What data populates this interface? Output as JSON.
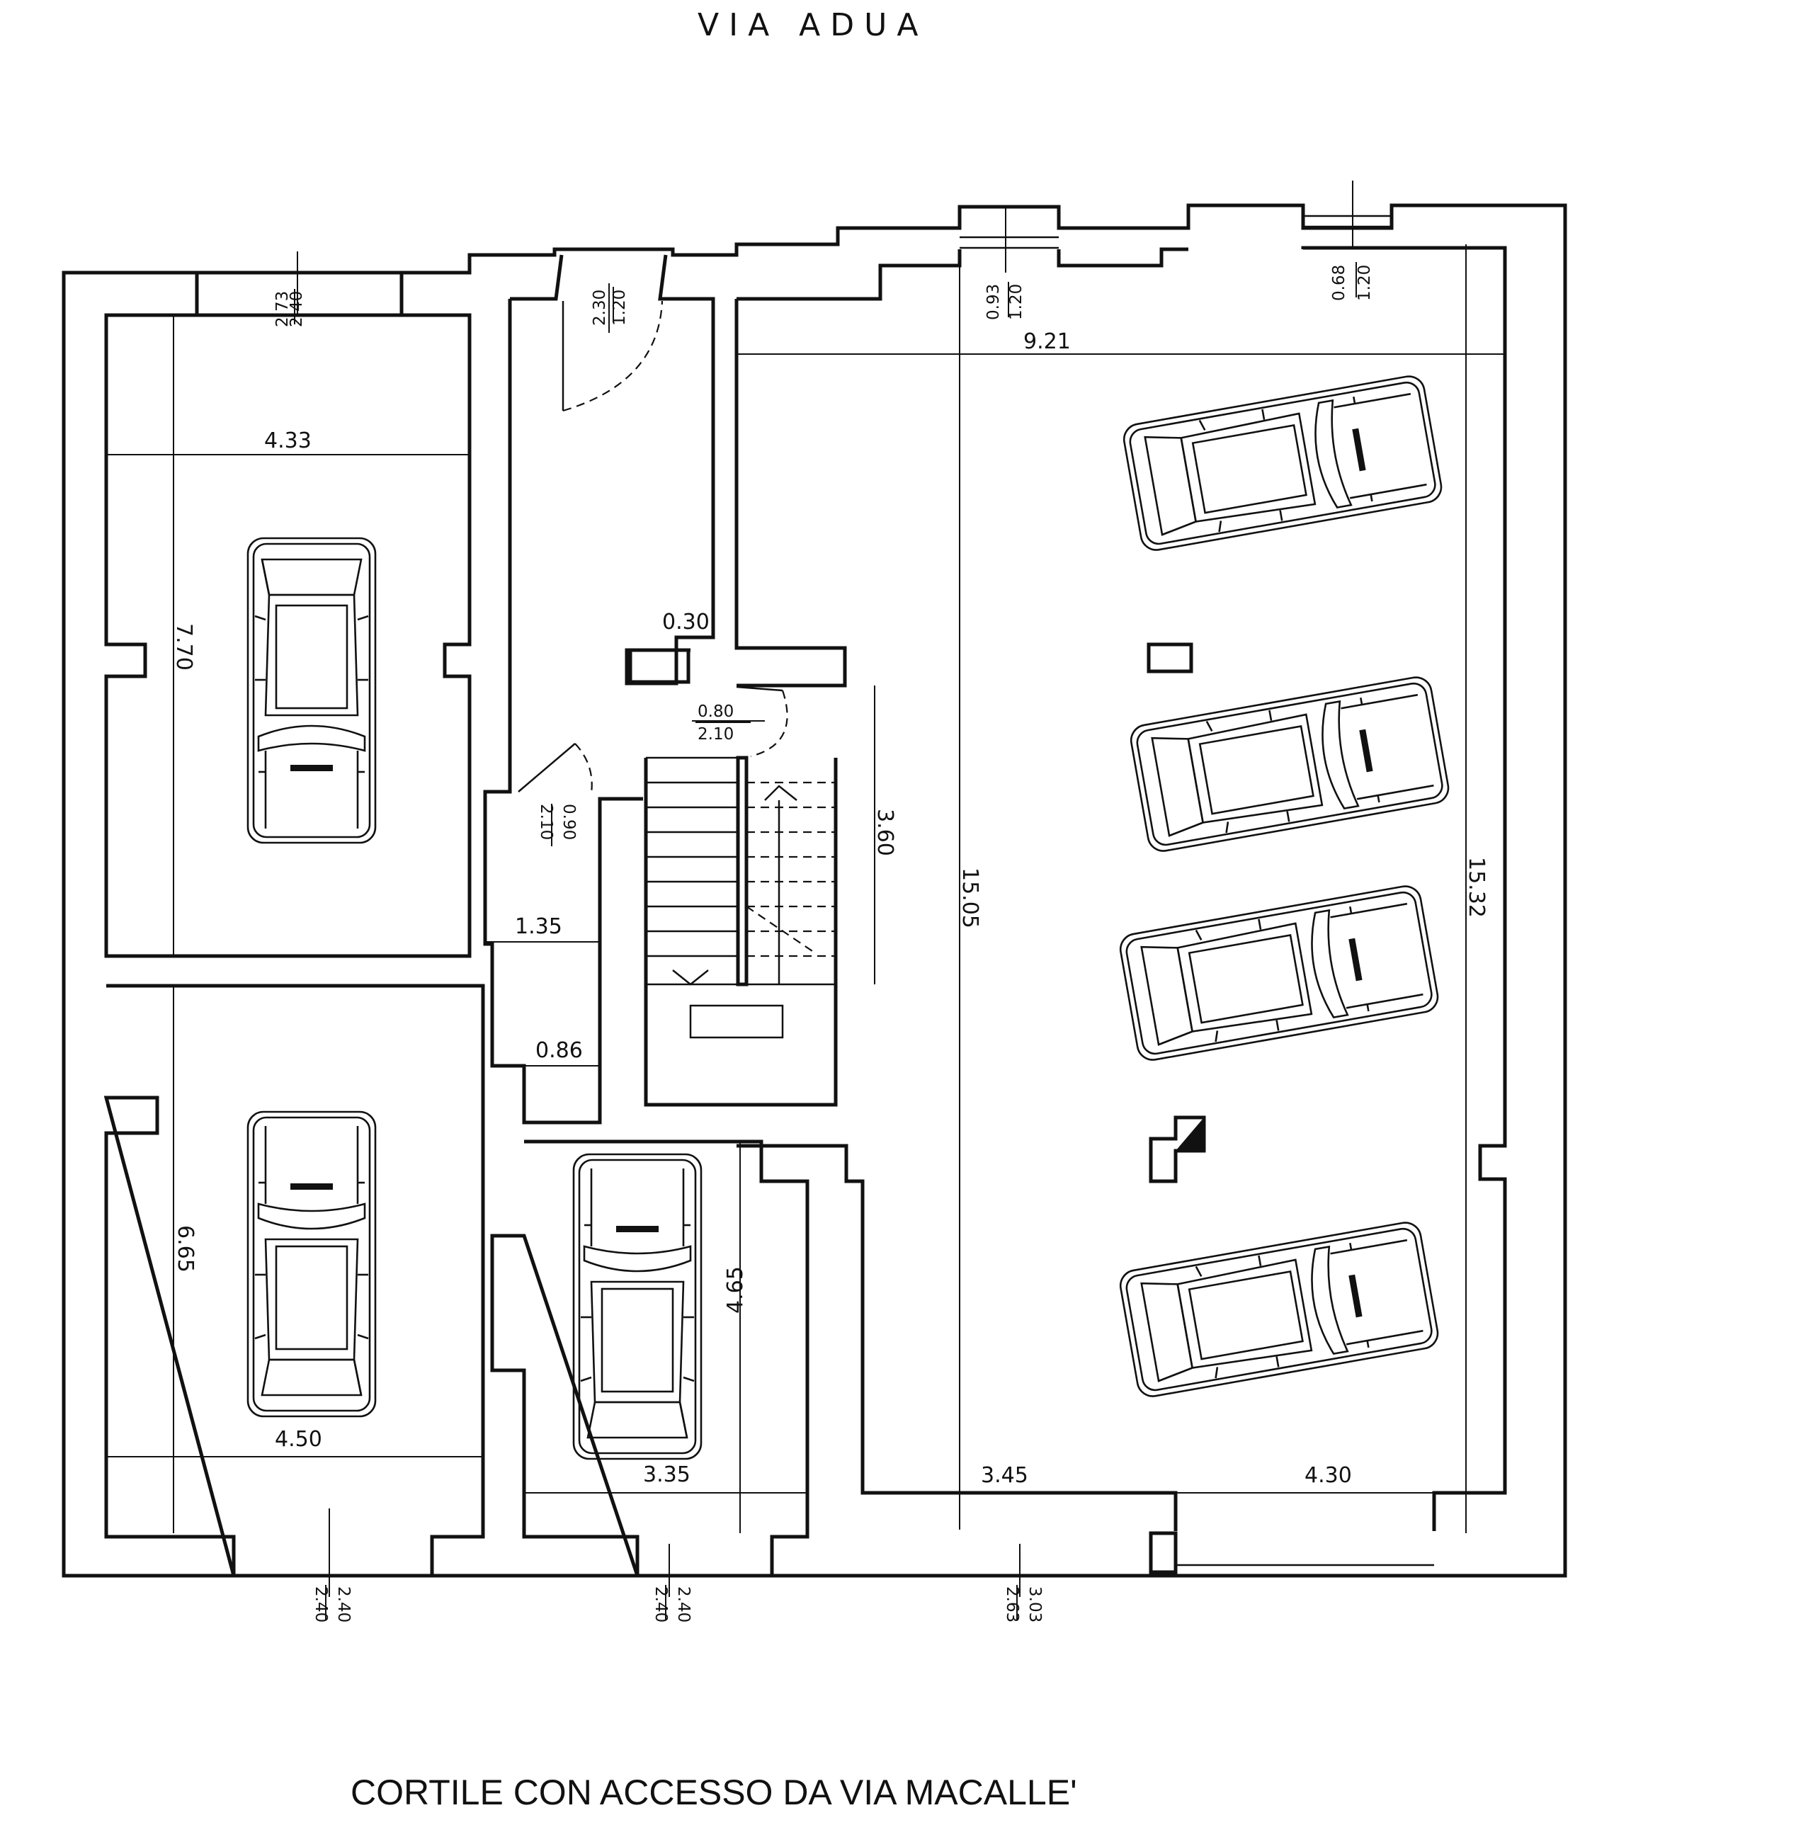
{
  "title": "VIA ADUA",
  "footer": "CORTILE CON ACCESSO DA VIA MACALLE'",
  "dimensions": {
    "garage1_width": "4.33",
    "garage1_depth": "7.70",
    "garage2_width": "4.50",
    "garage2_depth": "6.65",
    "garage3_width": "3.35",
    "garage3_depth": "4.65",
    "hall_width": "9.21",
    "hall_depth_inner": "15.05",
    "hall_depth_outer": "15.32",
    "hall_bottom_left": "3.45",
    "hall_bottom_right": "4.30",
    "stair_length": "3.60",
    "corridor_width": "1.35",
    "corridor_narrow": "0.86",
    "pillar": "0.30"
  },
  "openings": {
    "top_garage1": [
      "2.40",
      "2.73"
    ],
    "top_entrance": [
      "1.20",
      "2.30"
    ],
    "top_window1": [
      "1.20",
      "0.93"
    ],
    "top_window2": [
      "1.20",
      "0.68"
    ],
    "door_stair": [
      "0.80",
      "2.10"
    ],
    "door_corridor": [
      "0.90",
      "2.10"
    ],
    "bottom_garage2": [
      "2.40",
      "2.40"
    ],
    "bottom_garage3": [
      "2.40",
      "2.40"
    ],
    "bottom_hall": [
      "3.03",
      "2.63"
    ]
  }
}
